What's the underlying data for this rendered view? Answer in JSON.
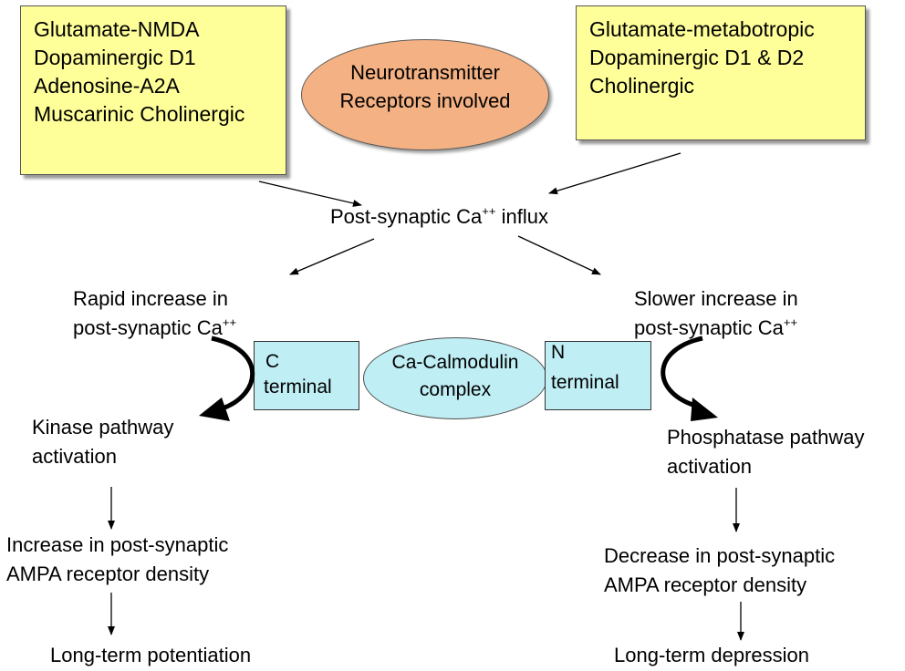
{
  "receptors_left": {
    "lines": [
      "Glutamate-NMDA",
      "Dopaminergic D1",
      "Adenosine-A2A",
      "Muscarinic Cholinergic"
    ]
  },
  "receptors_right": {
    "lines": [
      "Glutamate-metabotropic",
      "Dopaminergic D1 & D2",
      "Cholinergic"
    ]
  },
  "center_oval": {
    "lines": [
      "Neurotransmitter",
      "Receptors involved"
    ]
  },
  "influx": {
    "prefix": "Post-synaptic Ca",
    "sup": "++",
    "suffix": " influx"
  },
  "rapid": {
    "line1": "Rapid increase in",
    "line2_prefix": "post-synaptic Ca",
    "line2_sup": "++"
  },
  "slower": {
    "line1": "Slower increase in",
    "line2_prefix": "post-synaptic Ca",
    "line2_sup": "++"
  },
  "c_terminal": {
    "line1": "C",
    "line2": "terminal"
  },
  "n_terminal": {
    "line1": "N",
    "line2": "terminal"
  },
  "calmodulin": {
    "line1": "Ca-Calmodulin",
    "line2": "complex"
  },
  "kinase": {
    "line1": "Kinase pathway",
    "line2": "activation"
  },
  "phosphatase": {
    "line1": "Phosphatase pathway",
    "line2": "activation"
  },
  "increase_ampa": {
    "line1": "Increase in post-synaptic",
    "line2": "AMPA receptor density"
  },
  "decrease_ampa": {
    "line1": "Decrease in post-synaptic",
    "line2": "AMPA receptor density"
  },
  "ltp": "Long-term potentiation",
  "ltd": "Long-term depression",
  "colors": {
    "yellow_box": "#ffff99",
    "orange_oval": "#f4b183",
    "blue_shapes": "#bfeef4"
  }
}
